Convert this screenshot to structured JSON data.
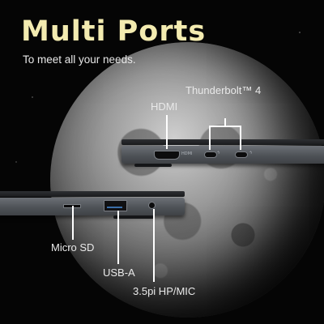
{
  "header": {
    "title": "Multi Ports",
    "subtitle": "To meet all your needs."
  },
  "ports": {
    "hdmi": "HDMI",
    "thunderbolt": "Thunderbolt™ 4",
    "micro_sd": "Micro SD",
    "usb_a": "USB-A",
    "audio": "3.5pi HP/MIC"
  },
  "icons": {
    "lightning_glyph": "ϟ"
  },
  "colors": {
    "title": "#f3ebb0",
    "text": "#e9e9e9",
    "background": "#050505",
    "chassis": "#55595e"
  }
}
